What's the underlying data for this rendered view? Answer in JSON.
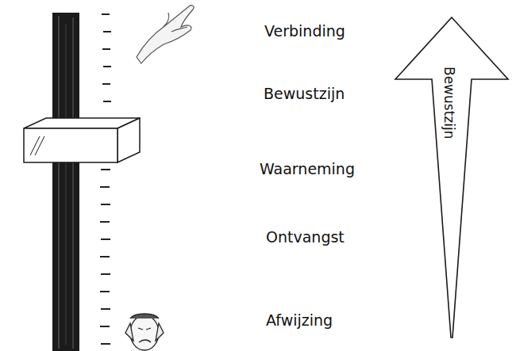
{
  "diagram": {
    "nodes": [
      {
        "text": [
          "Bewustzijn"
        ]
      }
    ],
    "labels": [
      "Verbinding",
      "Bewustzijn",
      "Waarneming",
      "Ontvangst",
      "Afwijzing"
    ]
  }
}
